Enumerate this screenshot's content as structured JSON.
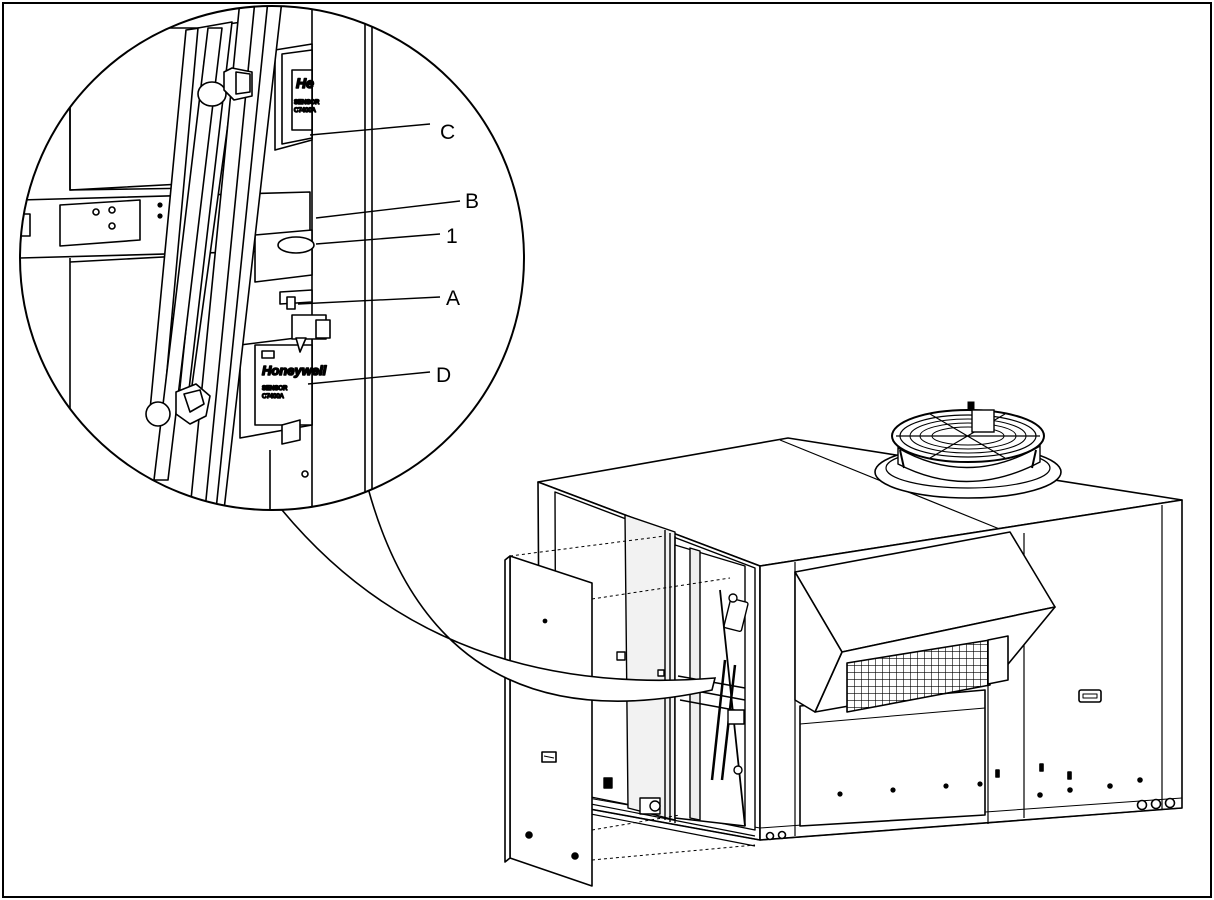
{
  "diagram": {
    "callouts": [
      {
        "id": "c",
        "label": "C"
      },
      {
        "id": "b",
        "label": "B"
      },
      {
        "id": "1",
        "label": "1"
      },
      {
        "id": "a",
        "label": "A"
      },
      {
        "id": "d",
        "label": "D"
      }
    ],
    "sensor_brand": "Honeywell",
    "sensor_brand_partial": "He",
    "sensor_model_line1": "SENSOR",
    "sensor_model_line2": "C7400A",
    "colors": {
      "line": "#000000",
      "background": "#ffffff",
      "shade": "#d9d9d9"
    }
  }
}
